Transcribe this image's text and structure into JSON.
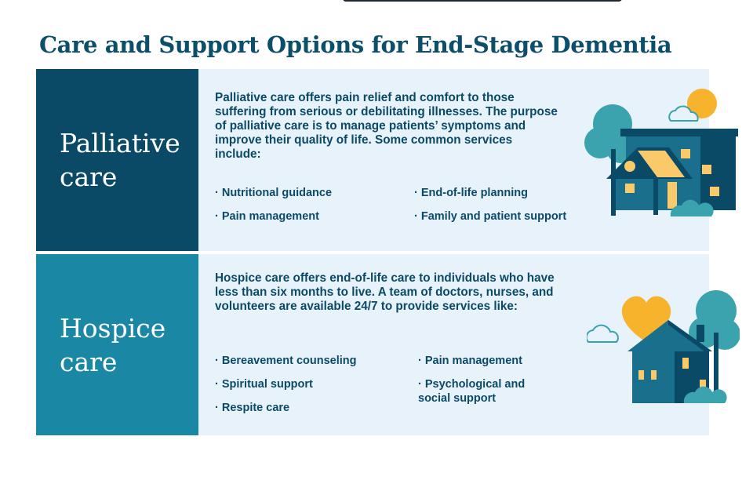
{
  "page": {
    "title": "Care and Support Options for End-Stage Dementia"
  },
  "palliative": {
    "label": "Palliative care",
    "description": "Palliative care offers pain relief and comfort to those suffering from serious or debilitating illnesses. The purpose of palliative care is to manage patients’ symptoms and improve their quality of life. Some common services include:",
    "services": [
      "· Nutritional guidance",
      "· Pain management",
      "· End-of-life planning",
      "· Family and patient support"
    ]
  },
  "hospice": {
    "label": "Hospice care",
    "description": "Hospice care offers end-of-life care to individuals who have less than six months to live. A team of doctors, nurses, and volunteers are available 24/7 to provide services like:",
    "services": [
      "· Bereavement counseling",
      "· Spiritual support",
      "· Respite care",
      "· Pain management",
      "· Psychological and social support"
    ]
  },
  "colors": {
    "navy": "#0b4a67",
    "teal": "#1a88a5",
    "light_panel": "#e8f2fa",
    "tree_teal": "#3aa3ad",
    "accent_yellow": "#f7b32b",
    "window_yellow": "#f9c96a"
  },
  "icons": {
    "palliative_illustration": "house-with-trees-sun-cloud",
    "hospice_illustration": "house-with-heart-tree-cloud"
  }
}
